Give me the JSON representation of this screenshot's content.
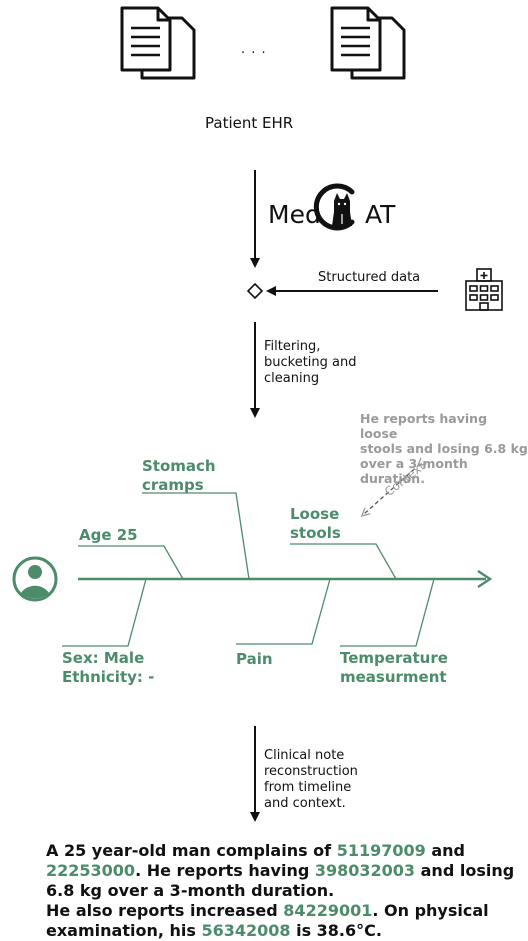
{
  "top": {
    "ellipsis": ". . .",
    "source_label": "Patient EHR"
  },
  "logo": {
    "left": "Med",
    "right": "AT"
  },
  "steps": {
    "structured": "Structured data",
    "filtering_lines": [
      "Filtering,",
      "bucketing and",
      "cleaning"
    ],
    "reconstruction_lines": [
      "Clinical note",
      "reconstruction",
      "from timeline",
      "and context."
    ]
  },
  "context": {
    "text_lines": [
      "He reports having loose",
      "stools and losing 6.8 kg",
      "over a 3-month duration."
    ],
    "arrow_label": "Context"
  },
  "fishbone": {
    "top_labels": {
      "age": [
        "Age 25"
      ],
      "stomach": [
        "Stomach",
        "cramps"
      ],
      "loose": [
        "Loose",
        "stools"
      ]
    },
    "bottom_labels": {
      "sex": [
        "Sex: Male",
        "Ethnicity: -"
      ],
      "pain": [
        "Pain"
      ],
      "temp": [
        "Temperature",
        "measurment"
      ]
    }
  },
  "note": {
    "l1a": "A 25 year-old man complains of ",
    "c1": "51197009",
    "l1b": " and",
    "c2": "22253000",
    "l2a": ". He reports having ",
    "c3": "398032003",
    "l2b": " and losing",
    "l3": "6.8 kg over a 3-month duration.",
    "l4a": "He also reports increased ",
    "c4": "84229001",
    "l4b": ". On physical",
    "l5a": "examination, his ",
    "c5": "56342008",
    "l5b": " is 38.6°C."
  },
  "colors": {
    "accent": "#4c8c6a",
    "muted": "#9a9a9a",
    "ink": "#111111"
  }
}
